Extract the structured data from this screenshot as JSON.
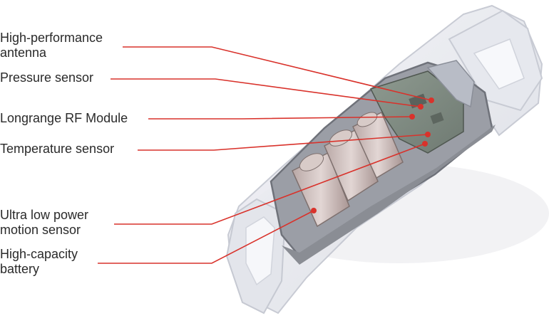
{
  "diagram": {
    "accent_color": "#d9322b",
    "labels": {
      "antenna": [
        "High-performance",
        "antenna"
      ],
      "pressure": [
        "Pressure sensor"
      ],
      "rf_module": [
        "Longrange RF Module"
      ],
      "temperature": [
        "Temperature sensor"
      ],
      "motion": [
        "Ultra low power",
        "motion sensor"
      ],
      "battery": [
        "High-capacity",
        "battery"
      ]
    }
  }
}
